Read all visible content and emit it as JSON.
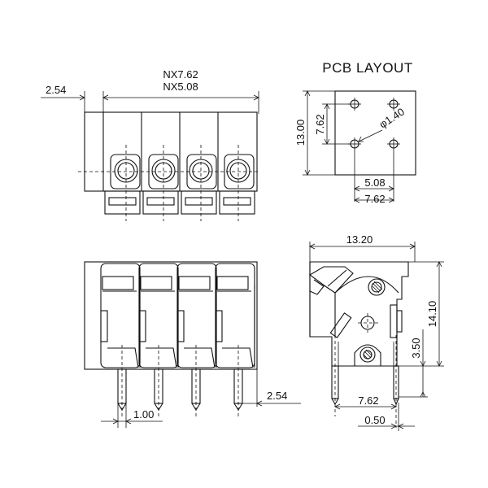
{
  "labels": {
    "pcb_layout_title": "PCB LAYOUT",
    "nx762": "NX7.62",
    "nx508": "NX5.08",
    "pitch_254_top": "2.54",
    "pcb_1300": "13.00",
    "pcb_762_v": "7.62",
    "pcb_hole": "φ1.40",
    "pcb_508": "5.08",
    "pcb_762_h": "7.62",
    "side_1320": "13.20",
    "side_1410": "14.10",
    "side_350": "3.50",
    "side_762": "7.62",
    "side_050": "0.50",
    "front_100": "1.00",
    "front_254": "2.54"
  }
}
